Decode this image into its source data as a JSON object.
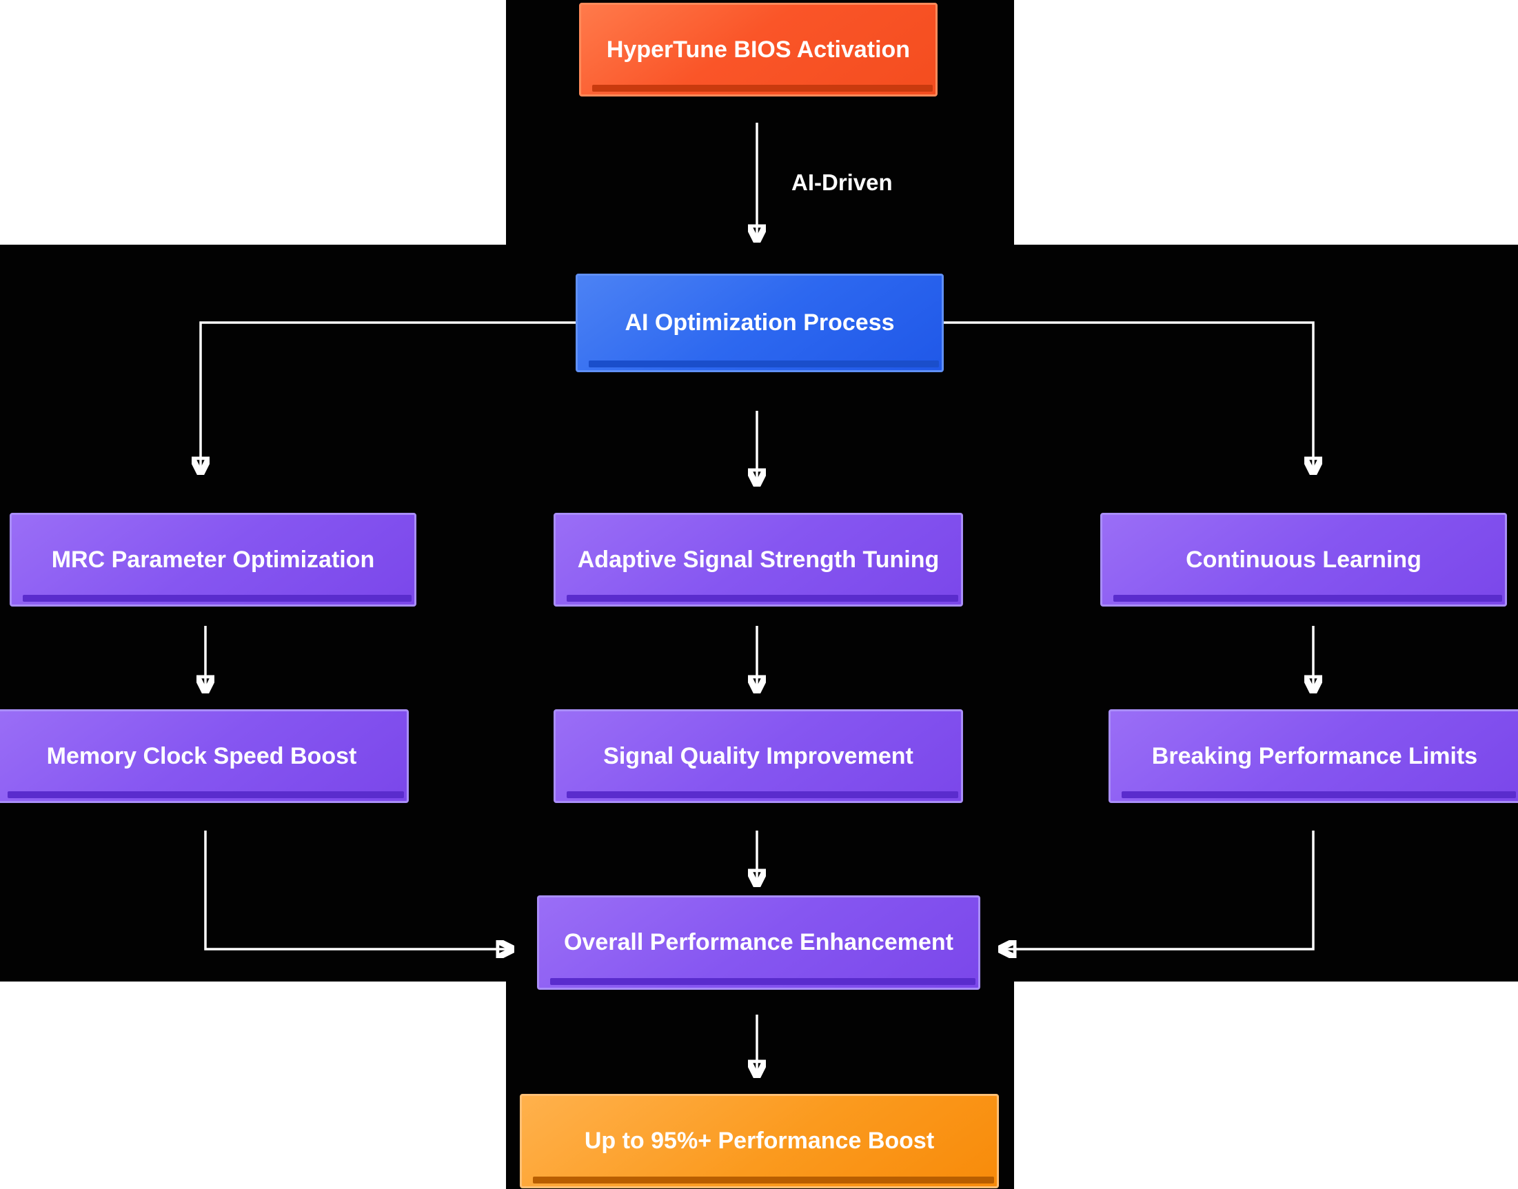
{
  "diagram": {
    "nodes": {
      "hypertune": {
        "label": "HyperTune BIOS Activation"
      },
      "ai_process": {
        "label": "AI Optimization Process"
      },
      "mrc": {
        "label": "MRC Parameter Optimization"
      },
      "adaptive": {
        "label": "Adaptive Signal Strength Tuning"
      },
      "continuous": {
        "label": "Continuous Learning"
      },
      "memory": {
        "label": "Memory Clock Speed Boost"
      },
      "signal": {
        "label": "Signal Quality Improvement"
      },
      "breaking": {
        "label": "Breaking Performance Limits"
      },
      "overall": {
        "label": "Overall Performance Enhancement"
      },
      "boost": {
        "label": "Up to 95%+ Performance Boost"
      }
    },
    "edge_labels": {
      "ai_driven": "AI-Driven"
    },
    "edges": [
      {
        "from": "hypertune",
        "to": "ai_process",
        "label": "AI-Driven"
      },
      {
        "from": "ai_process",
        "to": "mrc"
      },
      {
        "from": "ai_process",
        "to": "adaptive"
      },
      {
        "from": "ai_process",
        "to": "continuous"
      },
      {
        "from": "mrc",
        "to": "memory"
      },
      {
        "from": "adaptive",
        "to": "signal"
      },
      {
        "from": "continuous",
        "to": "breaking"
      },
      {
        "from": "memory",
        "to": "overall"
      },
      {
        "from": "signal",
        "to": "overall"
      },
      {
        "from": "breaking",
        "to": "overall"
      },
      {
        "from": "overall",
        "to": "boost"
      }
    ],
    "colors": {
      "node_red_orange": "#fa5528",
      "node_blue": "#2d68f0",
      "node_purple": "#8656f1",
      "node_orange": "#fb9a1e",
      "arrow": "#ffffff",
      "text": "#ffffff",
      "background_dark": "#020202",
      "background_light": "#ffffff"
    }
  }
}
